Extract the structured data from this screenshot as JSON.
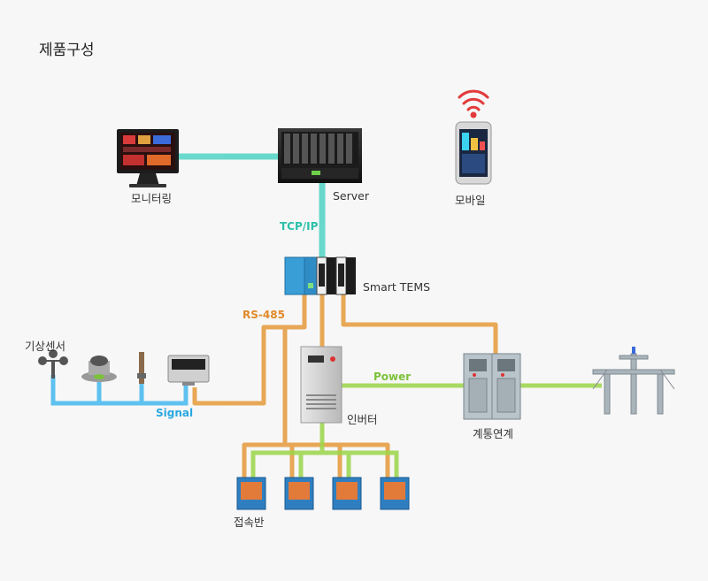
{
  "title": "제품구성",
  "nodes": {
    "monitoring": "모니터링",
    "server": "Server",
    "mobile": "모바일",
    "smart_tems": "Smart TEMS",
    "weather_sensor": "기상센서",
    "inverter": "인버터",
    "grid": "계통연계",
    "junction_box": "접속반"
  },
  "connections": {
    "tcpip": "TCP/IP",
    "rs485": "RS-485",
    "signal": "Signal",
    "power": "Power"
  },
  "colors": {
    "tcpip": "#4fd3c4",
    "rs485": "#e59a3a",
    "signal": "#44b8ee",
    "power": "#9bd64a",
    "tcpip_text": "#2bbfa8",
    "rs485_text": "#e08a2a",
    "signal_text": "#2aa8e0",
    "power_text": "#7cc23a"
  }
}
